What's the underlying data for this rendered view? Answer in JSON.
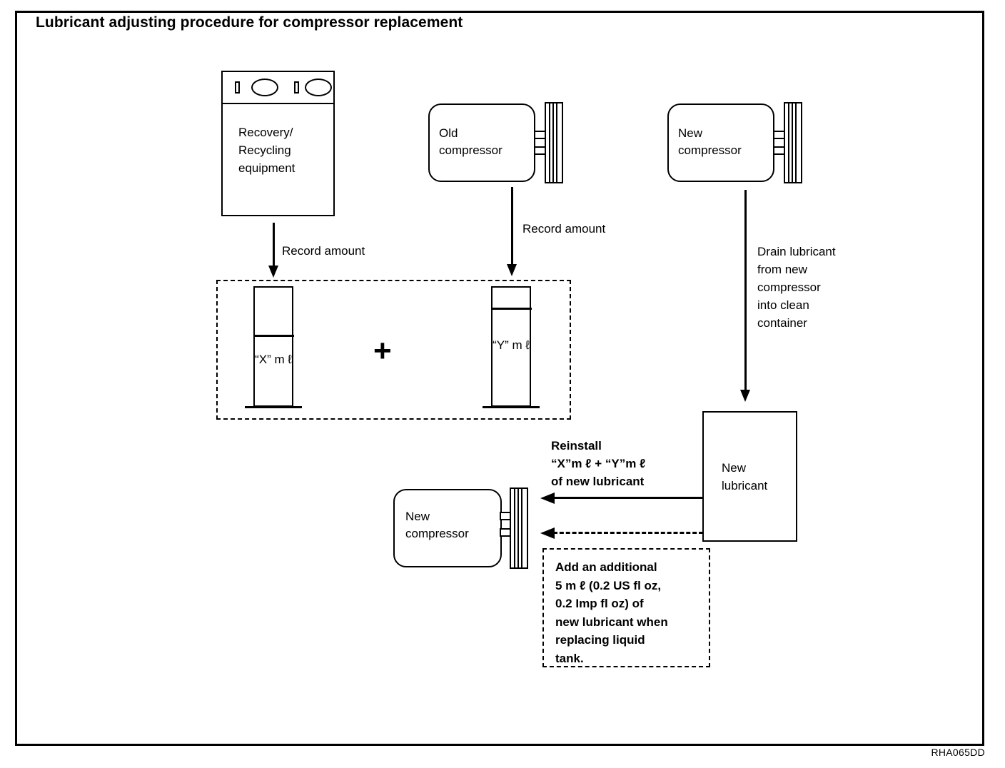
{
  "figure": {
    "title": "Lubricant adjusting procedure for compressor replacement",
    "id": "RHA065DD"
  },
  "equipment": {
    "label": "Recovery/\nRecycling\nequipment",
    "gauge_left_icon": "gauge-dial-icon",
    "gauge_right_icon": "gauge-dial-icon",
    "switch_left_icon": "switch-icon",
    "switch_right_icon": "switch-icon"
  },
  "compressors": {
    "old": {
      "label": "Old\ncompressor"
    },
    "new_top": {
      "label": "New\ncompressor"
    },
    "new_bottom": {
      "label": "New\ncompressor"
    }
  },
  "cylinders": {
    "x": {
      "label": "“X”\nm ℓ",
      "fill_percent": 60
    },
    "y": {
      "label": "“Y”\nm ℓ",
      "fill_percent": 84
    },
    "operator": "+"
  },
  "annotations": {
    "record_amount_left": "Record amount",
    "record_amount_middle": "Record amount",
    "drain_lubricant": "Drain lubricant\nfrom new\ncompressor\ninto clean\ncontainer",
    "reinstall": "Reinstall\n“X”m ℓ  +  “Y”m ℓ\nof new lubricant"
  },
  "lubricant_container": {
    "label": "New\nlubricant"
  },
  "note": {
    "text": "Add an additional\n5 m ℓ  (0.2 US fl oz,\n0.2 Imp fl oz) of\nnew lubricant when\nreplacing liquid\ntank."
  },
  "colors": {
    "ink": "#000000",
    "paper": "#ffffff"
  }
}
